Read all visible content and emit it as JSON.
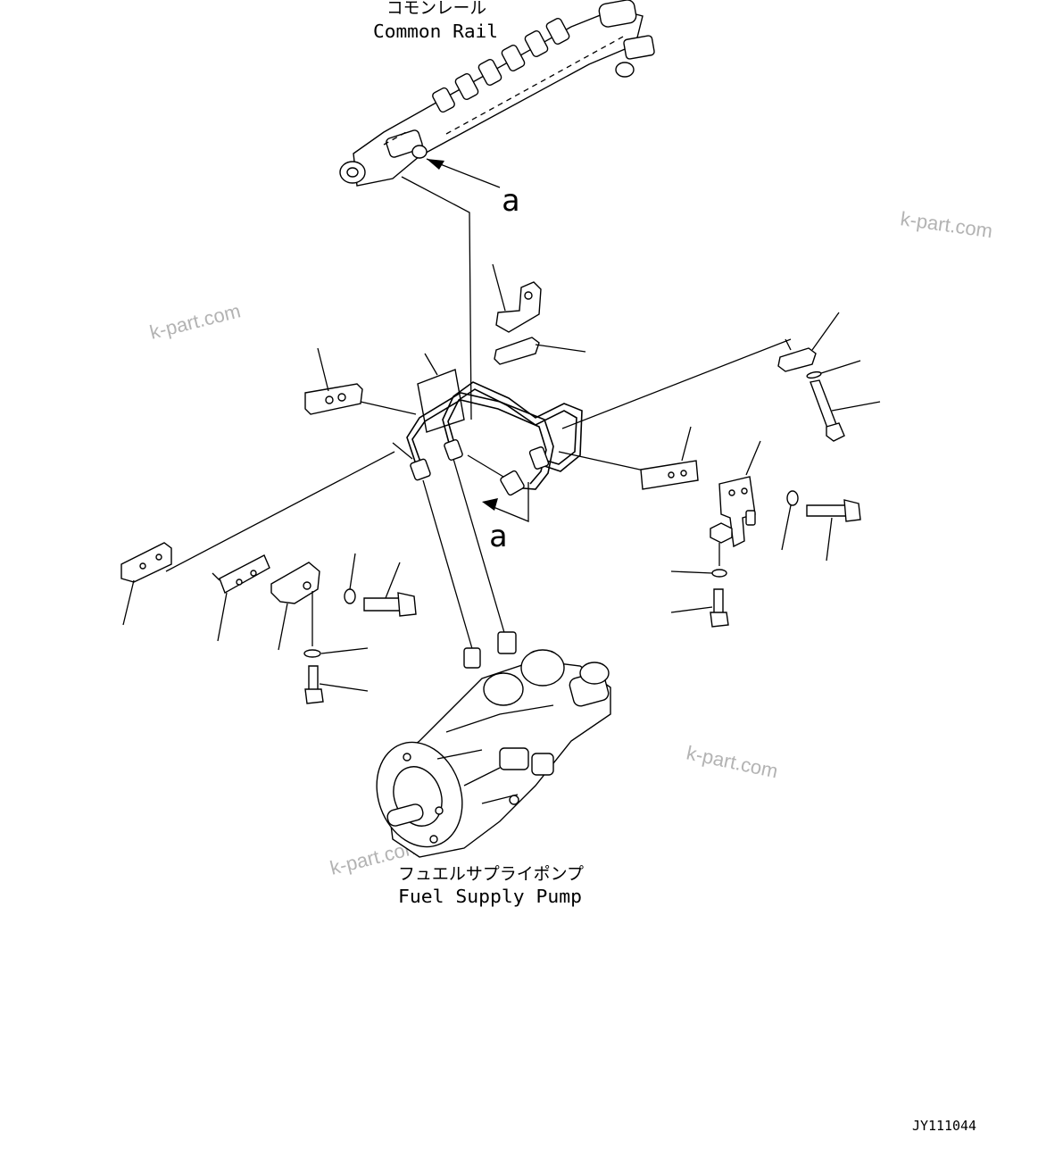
{
  "labels": {
    "common_rail_jp": "コモンレール",
    "common_rail_en": "Common Rail",
    "pump_jp": "フュエルサプライポンプ",
    "pump_en": "Fuel Supply Pump",
    "arrow_top": "a",
    "arrow_mid": "a",
    "drawing_id": "JY111044"
  },
  "watermarks": [
    "k-part.com",
    "k-part.com",
    "k-part.com",
    "k-part.com"
  ],
  "colors": {
    "line": "#000000",
    "background": "#ffffff",
    "watermark": "#b3b3b3"
  }
}
